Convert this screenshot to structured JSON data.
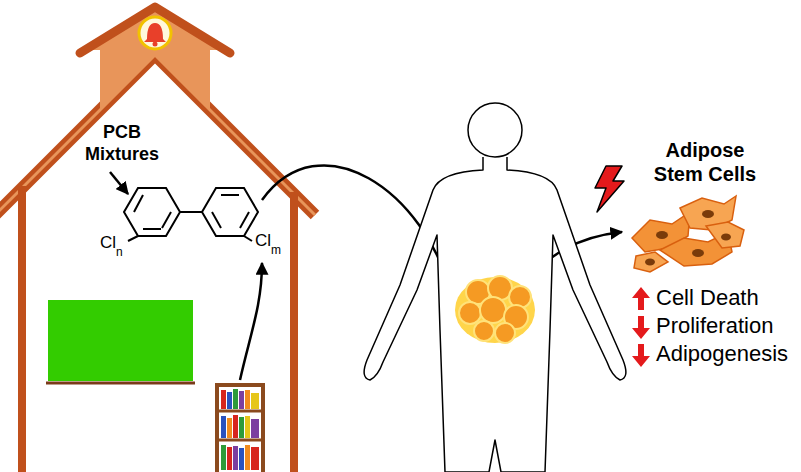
{
  "diagram": {
    "labels": [
      "PCB Mixtures",
      "Cl",
      "n",
      "Cl",
      "m",
      "Adipose Stem Cells",
      "Cell Death",
      "Proliferation",
      "Adipogenesis"
    ]
  }
}
